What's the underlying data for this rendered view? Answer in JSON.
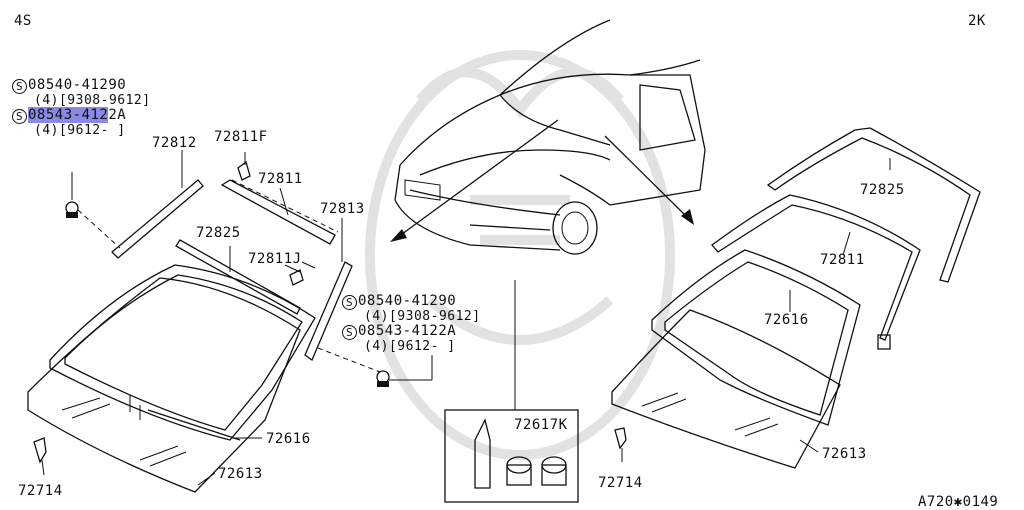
{
  "corner_labels": {
    "top_left": "4S",
    "top_right": "2K",
    "bottom_right": "A720✱0149"
  },
  "screw_callouts": {
    "top": [
      {
        "symbol": "S",
        "part": "08540-41290",
        "note": "(4)[9308-9612]"
      },
      {
        "symbol": "S",
        "part_highlighted": "08543-412",
        "part_rest": "2A",
        "note": "(4)[9612-     ]"
      }
    ],
    "middle": [
      {
        "symbol": "S",
        "part": "08540-41290",
        "note": "(4)[9308-9612]"
      },
      {
        "symbol": "S",
        "part": "08543-4122A",
        "note": "(4)[9612-     ]"
      }
    ]
  },
  "part_labels": {
    "p72812": "72812",
    "p72811F": "72811F",
    "p72811_left": "72811",
    "p72813": "72813",
    "p72825_left": "72825",
    "p72811J": "72811J",
    "p72616_left": "72616",
    "p72613_left": "72613",
    "p72714_left": "72714",
    "p72617K": "72617K",
    "p72714_right": "72714",
    "p72825_right": "72825",
    "p72811_right": "72811",
    "p72616_right": "72616",
    "p72613_right": "72613"
  },
  "colors": {
    "highlight": "#8a8ae6",
    "ink": "#111111",
    "watermark": "#e2e2e2"
  }
}
